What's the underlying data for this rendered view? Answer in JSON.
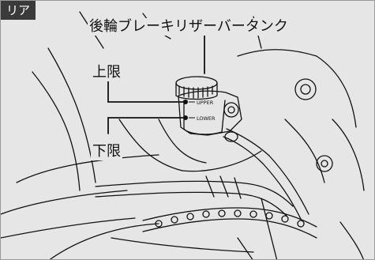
{
  "tab": {
    "label": "リア"
  },
  "labels": {
    "reservoir": "後輪ブレーキリザーバータンク",
    "upper": "上限",
    "lower": "下限"
  },
  "markings": {
    "upper": "UPPER",
    "lower": "LOWER"
  },
  "colors": {
    "background": "#e6e6e6",
    "tab": "#3a3a3a",
    "line": "#111111"
  }
}
